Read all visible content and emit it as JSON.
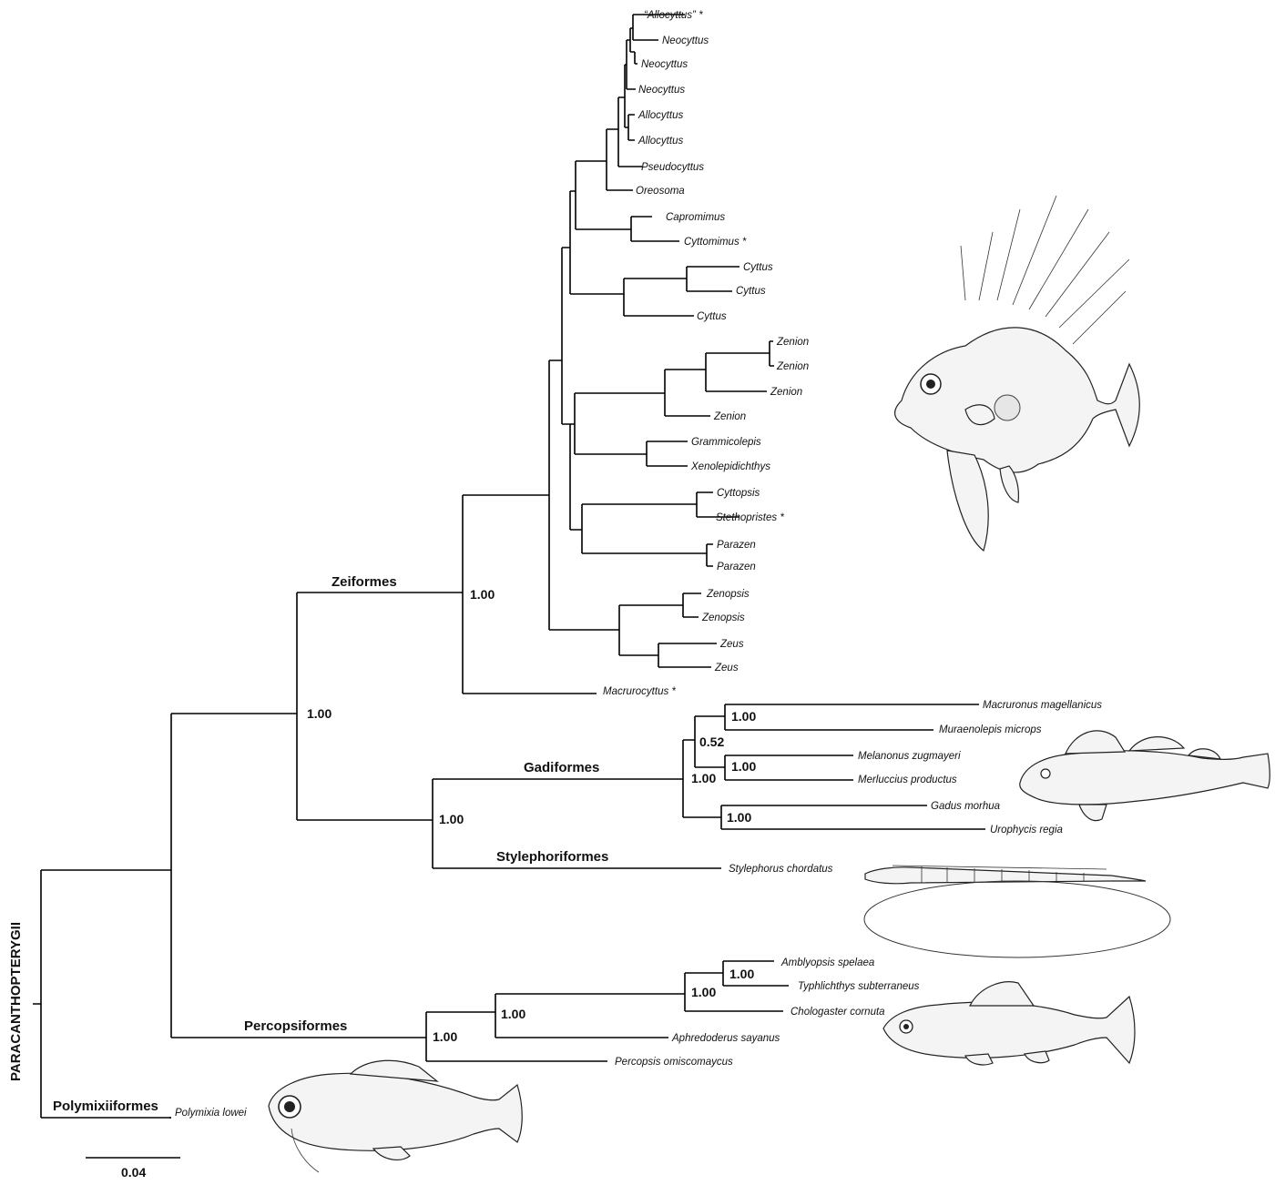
{
  "root_label": "PARACANTHOPTERYGII",
  "clades": {
    "zeiformes": "Zeiformes",
    "gadiformes": "Gadiformes",
    "stylephoriformes": "Stylephoriformes",
    "percopsiformes": "Percopsiformes",
    "polymixiiformes": "Polymixiiformes"
  },
  "taxa": [
    "“Allocyttus” *",
    "Neocyttus",
    "Neocyttus",
    "Neocyttus",
    "Allocyttus",
    "Allocyttus",
    "Pseudocyttus",
    "Oreosoma",
    "Capromimus",
    "Cyttomimus *",
    "Cyttus",
    "Cyttus",
    "Cyttus",
    "Zenion",
    "Zenion",
    "Zenion",
    "Zenion",
    "Grammicolepis",
    "Xenolepidichthys",
    "Cyttopsis",
    "Stethopristes *",
    "Parazen",
    "Parazen",
    "Zenopsis",
    "Zenopsis",
    "Zeus",
    "Zeus",
    "Macrurocyttus *",
    "Macruronus magellanicus",
    "Muraenolepis microps",
    "Melanonus zugmayeri",
    "Merluccius productus",
    "Gadus morhua",
    "Urophycis regia",
    "Stylephorus chordatus",
    "Amblyopsis spelaea",
    "Typhlichthys subterraneus",
    "Chologaster cornuta",
    "Aphredoderus sayanus",
    "Percopsis omiscomaycus",
    "Polymixia lowei"
  ],
  "support": {
    "zeiformes": "1.00",
    "zei_gadi": "1.00",
    "gadi_stylephorus": "1.00",
    "macruronus_muraenolepis": "1.00",
    "gadiformes_inner": "0.52",
    "melanonus_merluccius": "1.00",
    "gadiformes": "1.00",
    "gadus_urophycis": "1.00",
    "amblyopsis_typhlichthys": "1.00",
    "amblyopsidae": "1.00",
    "aphredoderus_amblyopsidae": "1.00",
    "percopsiformes": "1.00"
  },
  "scale_bar": "0.04",
  "illustrations": [
    "john-dory-icon",
    "cod-icon",
    "stylephorus-icon",
    "trout-perch-icon",
    "polymixia-icon"
  ]
}
